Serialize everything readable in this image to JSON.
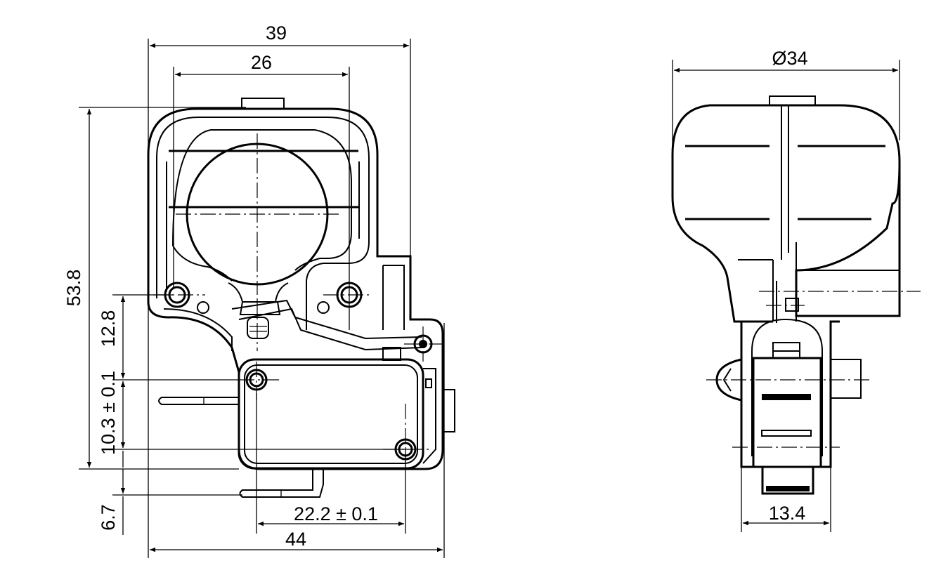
{
  "dimensions": {
    "width_39": "39",
    "width_26": "26",
    "height_53_8": "53.8",
    "height_12_8": "12.8",
    "height_10_3": "10.3 ± 0.1",
    "height_6_7": "6.7",
    "width_22_2": "22.2 ± 0.1",
    "width_44": "44",
    "diameter_34": "Ø34",
    "width_13_4": "13.4"
  },
  "colors": {
    "line": "#000000",
    "background": "#ffffff"
  }
}
